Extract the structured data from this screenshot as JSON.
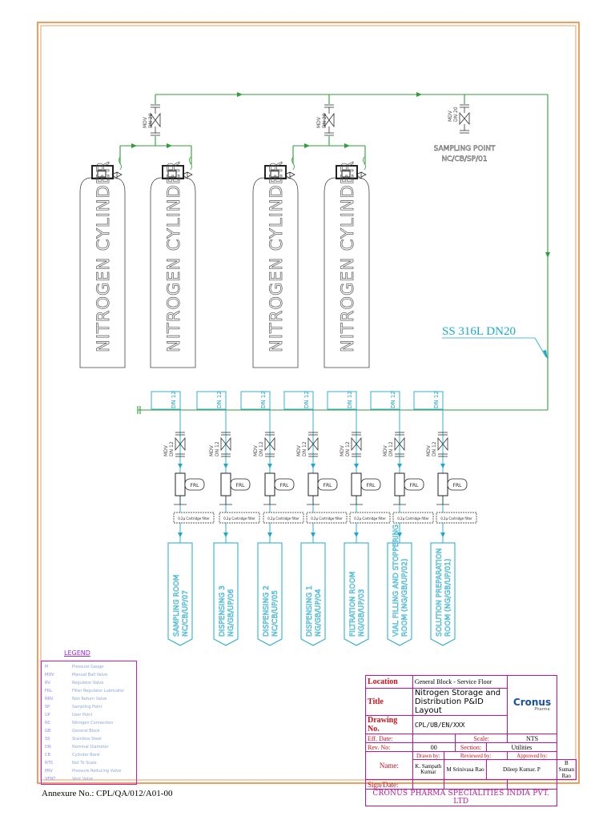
{
  "cylinders": [
    "NITROGEN CYLINDER",
    "NITROGEN CYLINDER",
    "NITROGEN CYLINDER",
    "NITROGEN CYLINDER"
  ],
  "cylinder_valves": [
    {
      "tag": "MDV",
      "size": "DN 20"
    },
    {
      "tag": "MDV",
      "size": "DN 20"
    }
  ],
  "sampling_point": {
    "valve_tag": "MDV",
    "valve_size": "DN 20",
    "label": "SAMPLING POINT",
    "code": "NC/CB/SP/01"
  },
  "pipe_spec": "SS 316L DN20",
  "header_branches": [
    {
      "dn": "DN 12",
      "valve_tag": "MDV",
      "valve_size": "DN 12",
      "frl": "FRL",
      "filter": "0.2µ Cartridge filter",
      "room": "SAMPLING ROOM",
      "room_code": "NC/CB/UP/07"
    },
    {
      "dn": "DN 12",
      "valve_tag": "MDV",
      "valve_size": "DN 12",
      "frl": "FRL",
      "filter": "0.2µ Cartridge filter",
      "room": "DISPENSING 3",
      "room_code": "NG/GB/UP/06"
    },
    {
      "dn": "DN 12",
      "valve_tag": "MDV",
      "valve_size": "DN 12",
      "frl": "FRL",
      "filter": "0.2µ Cartridge filter",
      "room": "DISPENSING 2",
      "room_code": "NC/CB/UP/05"
    },
    {
      "dn": "DN 12",
      "valve_tag": "MDV",
      "valve_size": "DN 12",
      "frl": "FRL",
      "filter": "0.2µ Cartridge filter",
      "room": "DISPENSING 1",
      "room_code": "NG/GB/UP/04"
    },
    {
      "dn": "DN 12",
      "valve_tag": "MDV",
      "valve_size": "DN 12",
      "frl": "FRL",
      "filter": "0.2µ Cartridge filter",
      "room": "FILTRATION ROOM",
      "room_code": "NG/GB/UP/03"
    },
    {
      "dn": "DN 12",
      "valve_tag": "MDV",
      "valve_size": "DN 12",
      "frl": "FRL",
      "filter": "0.2µ Cartridge filter",
      "room": "VIAL FILLING AND STOPPERING",
      "room_code": "ROOM (NG/GB/UP/02)"
    },
    {
      "dn": "DN 12",
      "valve_tag": "MDV",
      "valve_size": "DN 12",
      "frl": "FRL",
      "filter": "0.2µ Cartridge filter",
      "room": "SOLUTION PREPARATION",
      "room_code": "ROOM (NG/GB/UP/01)"
    }
  ],
  "legend": {
    "title": "LEGEND",
    "rows": [
      [
        "PI",
        "Pressure Gauge"
      ],
      [
        "MDV",
        "Manual Ball Valve"
      ],
      [
        "RV",
        "Regulator Valve"
      ],
      [
        "FRL",
        "Filter Regulator Lubricator"
      ],
      [
        "NRV",
        "Non Return Valve"
      ],
      [
        "SP",
        "Sampling Point"
      ],
      [
        "UP",
        "User Point"
      ],
      [
        "NC",
        "Nitrogen Connection"
      ],
      [
        "GB",
        "General Block"
      ],
      [
        "SS",
        "Stainless Steel"
      ],
      [
        "DN",
        "Nominal Diameter"
      ],
      [
        "CB",
        "Cylinder Bank"
      ],
      [
        "NTS",
        "Not To Scale"
      ],
      [
        "PRV",
        "Pressure Reducing Valve"
      ],
      [
        "VENT",
        "Vent Valve"
      ]
    ]
  },
  "title_block": {
    "location_label": "Location",
    "location": "General Block - Service Floor",
    "title_label": "Title",
    "title": "Nitrogen Storage and Distribution P&ID Layout",
    "logo": "Cronus",
    "logo_sub": "Pharma",
    "drawing_no_label": "Drawing No.",
    "drawing_no": "CPL/UB/EN/XXX",
    "eff_date_label": "Eff. Date:",
    "scale_label": "Scale:",
    "scale": "NTS",
    "rev_no_label": "Rev. No:",
    "rev_no": "00",
    "section_label": "Section:",
    "section": "Utilities",
    "name_label": "Name:",
    "drawn_by_label": "Drawn by:",
    "reviewed_by_label": "Reviewed by:",
    "approved_by_label": "Approved by:",
    "drawn_by": "K. Sampath Kumar",
    "reviewer_1": "M Srinivasa Rao",
    "reviewer_2": "Dileep Kumar. P",
    "approved_by": "B Suman Rao",
    "sign_date_label": "Sign/Date:",
    "company": "CRONUS PHARMA SPECIALITIES INDIA PVT. LTD"
  },
  "annexure": "Annexure No.: CPL/QA/012/A01-00",
  "colors": {
    "border": "#e8873a",
    "pipe": "#2f9e3a",
    "cyan": "#1fa8c9",
    "magenta": "#c0159a",
    "red": "#d0101b"
  }
}
